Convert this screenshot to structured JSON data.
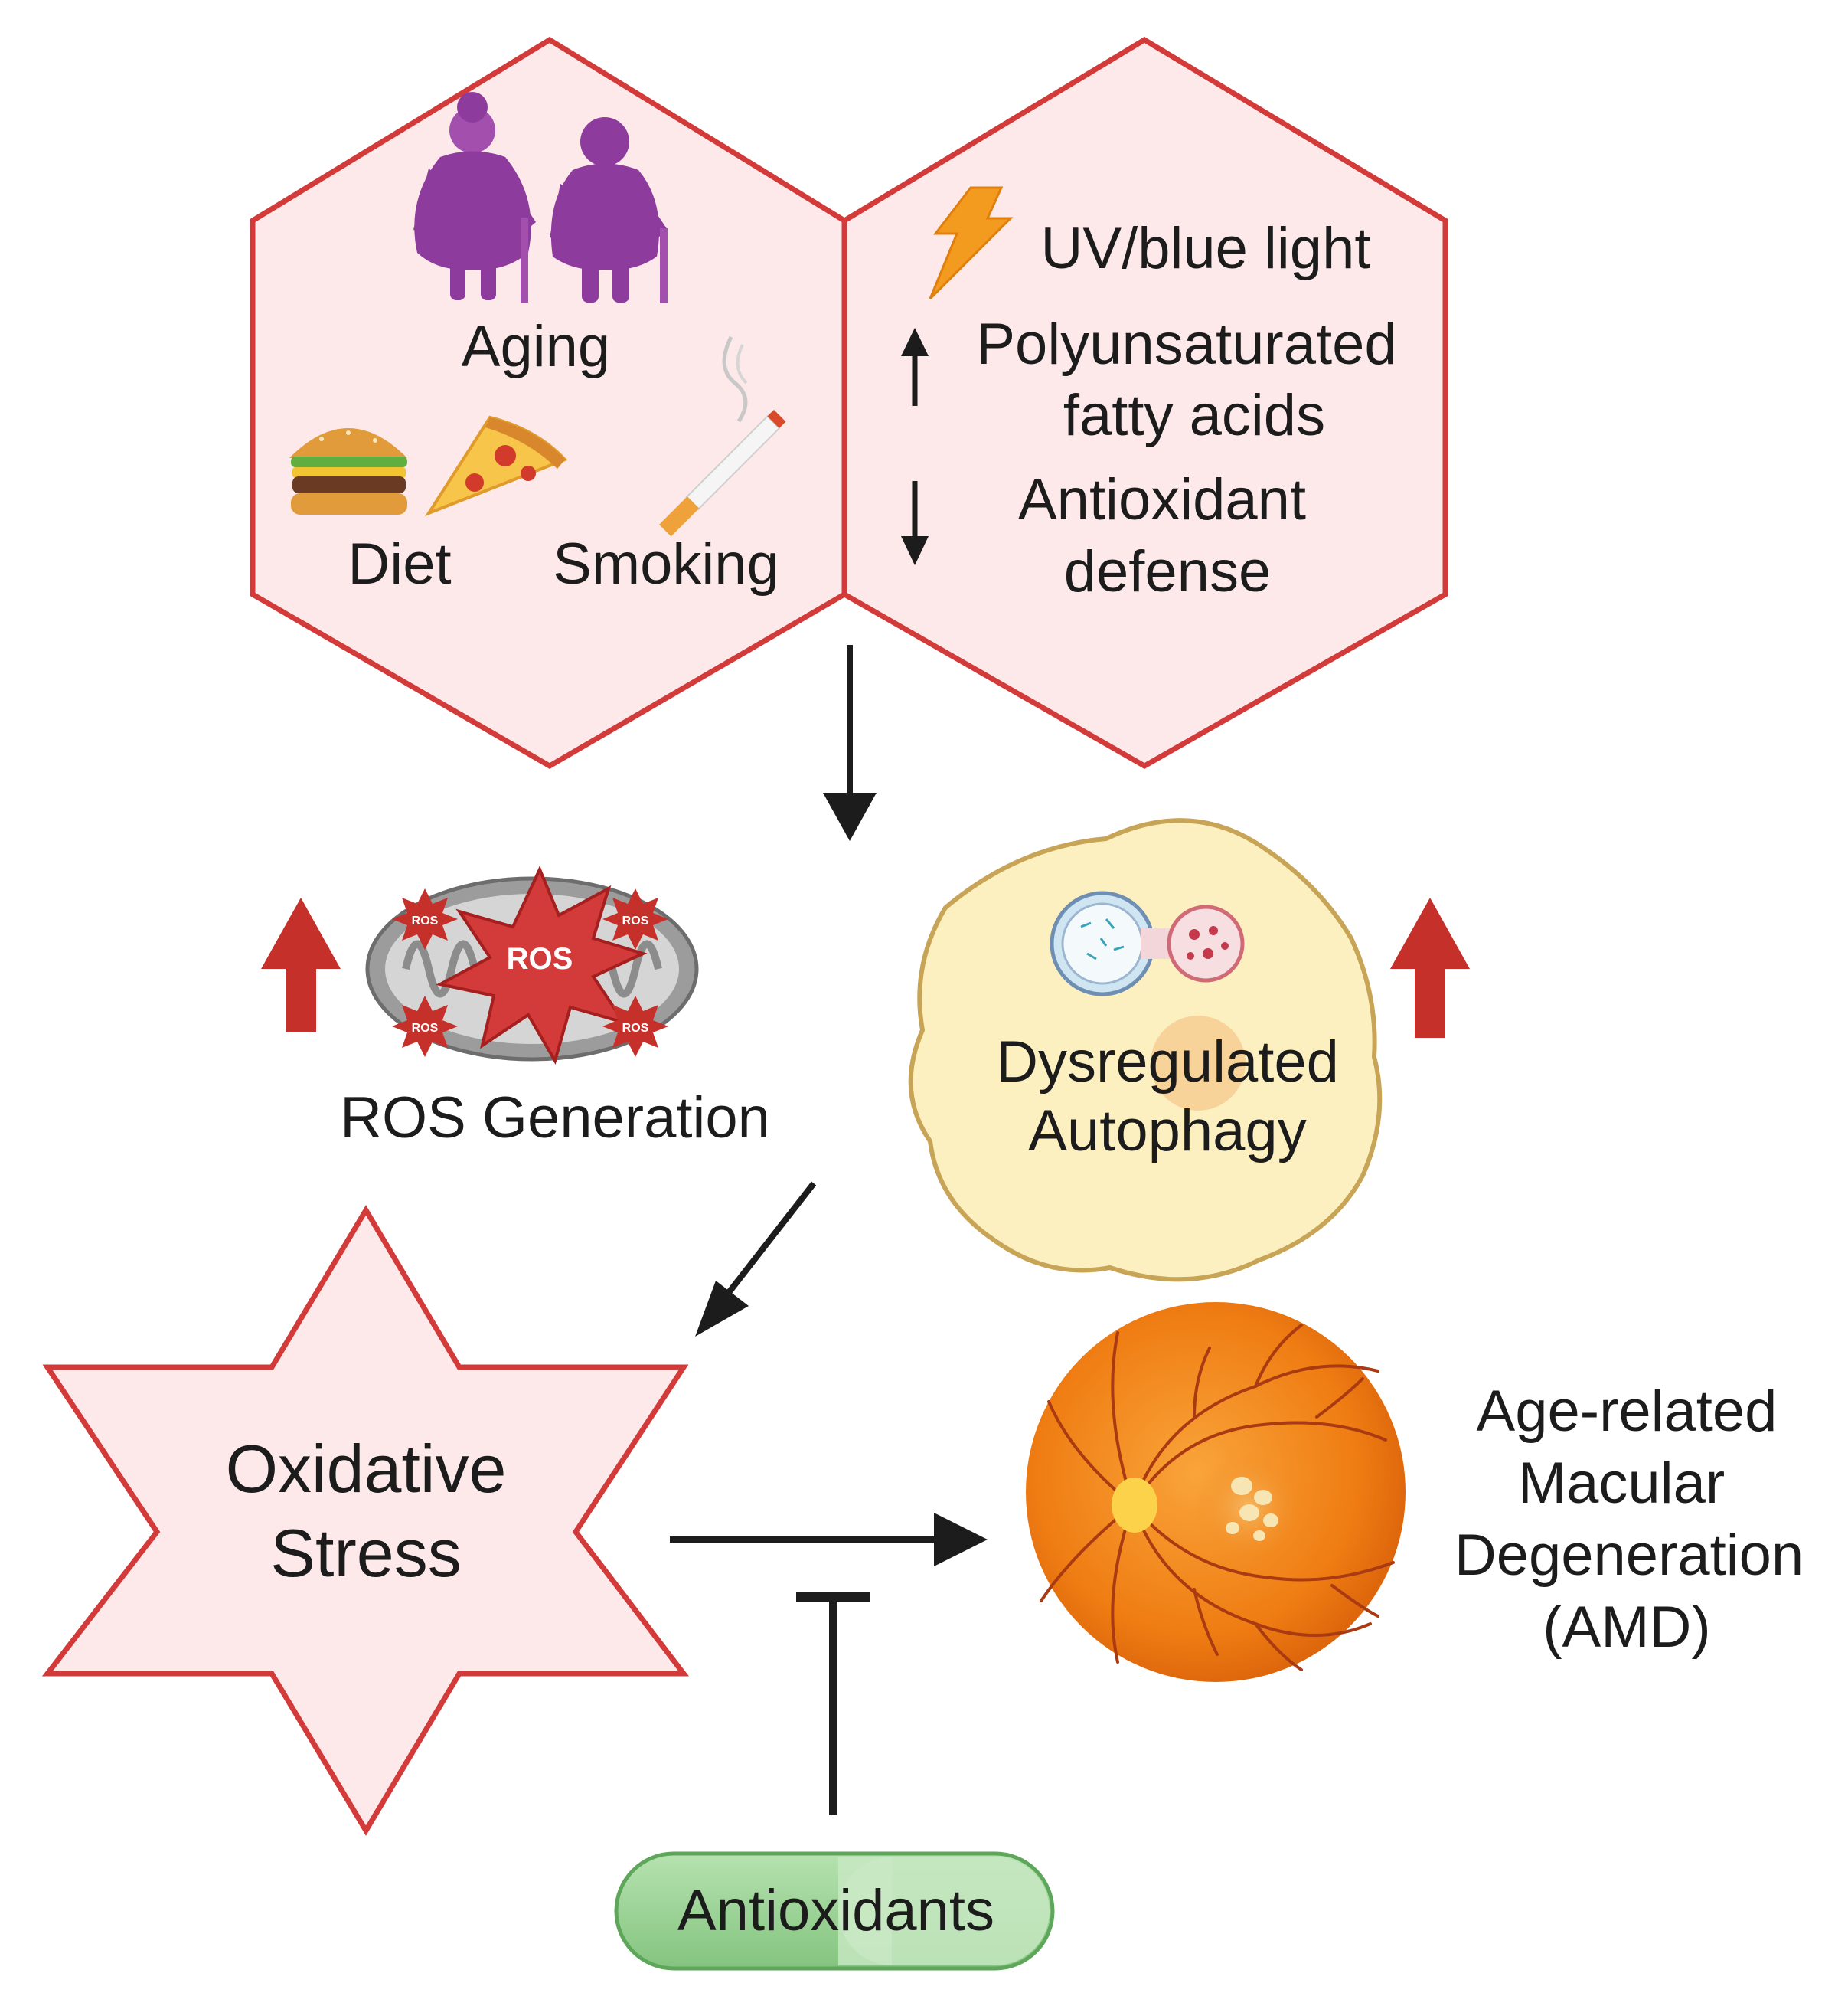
{
  "risk_factors": {
    "aging": "Aging",
    "diet": "Diet",
    "smoking": "Smoking"
  },
  "environmental": {
    "uv_light": "UV/blue light",
    "pufa_line1": "Polyunsaturated",
    "pufa_line2": "fatty acids",
    "antioxidant_line1": "Antioxidant",
    "antioxidant_line2": "defense"
  },
  "ros": {
    "badge": "ROS",
    "small_badge": "ROS",
    "label": "ROS Generation"
  },
  "autophagy": {
    "line1": "Dysregulated",
    "line2": "Autophagy"
  },
  "oxidative_stress": {
    "line1": "Oxidative",
    "line2": "Stress"
  },
  "amd": {
    "line1": "Age-related",
    "line2": "Macular",
    "line3": "Degeneration",
    "line4": "(AMD)"
  },
  "antioxidants": {
    "label": "Antioxidants"
  },
  "icons": [
    "elderly-couple-icon",
    "burger-icon",
    "pizza-icon",
    "cigarette-icon",
    "lightning-icon",
    "arrow-up-icon",
    "arrow-down-icon",
    "mitochondrion-icon",
    "autophagosome-icon",
    "retina-icon"
  ],
  "colors": {
    "hex_fill": "#fde9e9",
    "hex_stroke": "#d33a3a",
    "arrow_red": "#c5312a",
    "autophagy_cell": "#fdf0c0",
    "autophagy_stroke": "#c7a456",
    "pill_green": "#9ed39a",
    "retina_orange": "#f28a1e"
  }
}
